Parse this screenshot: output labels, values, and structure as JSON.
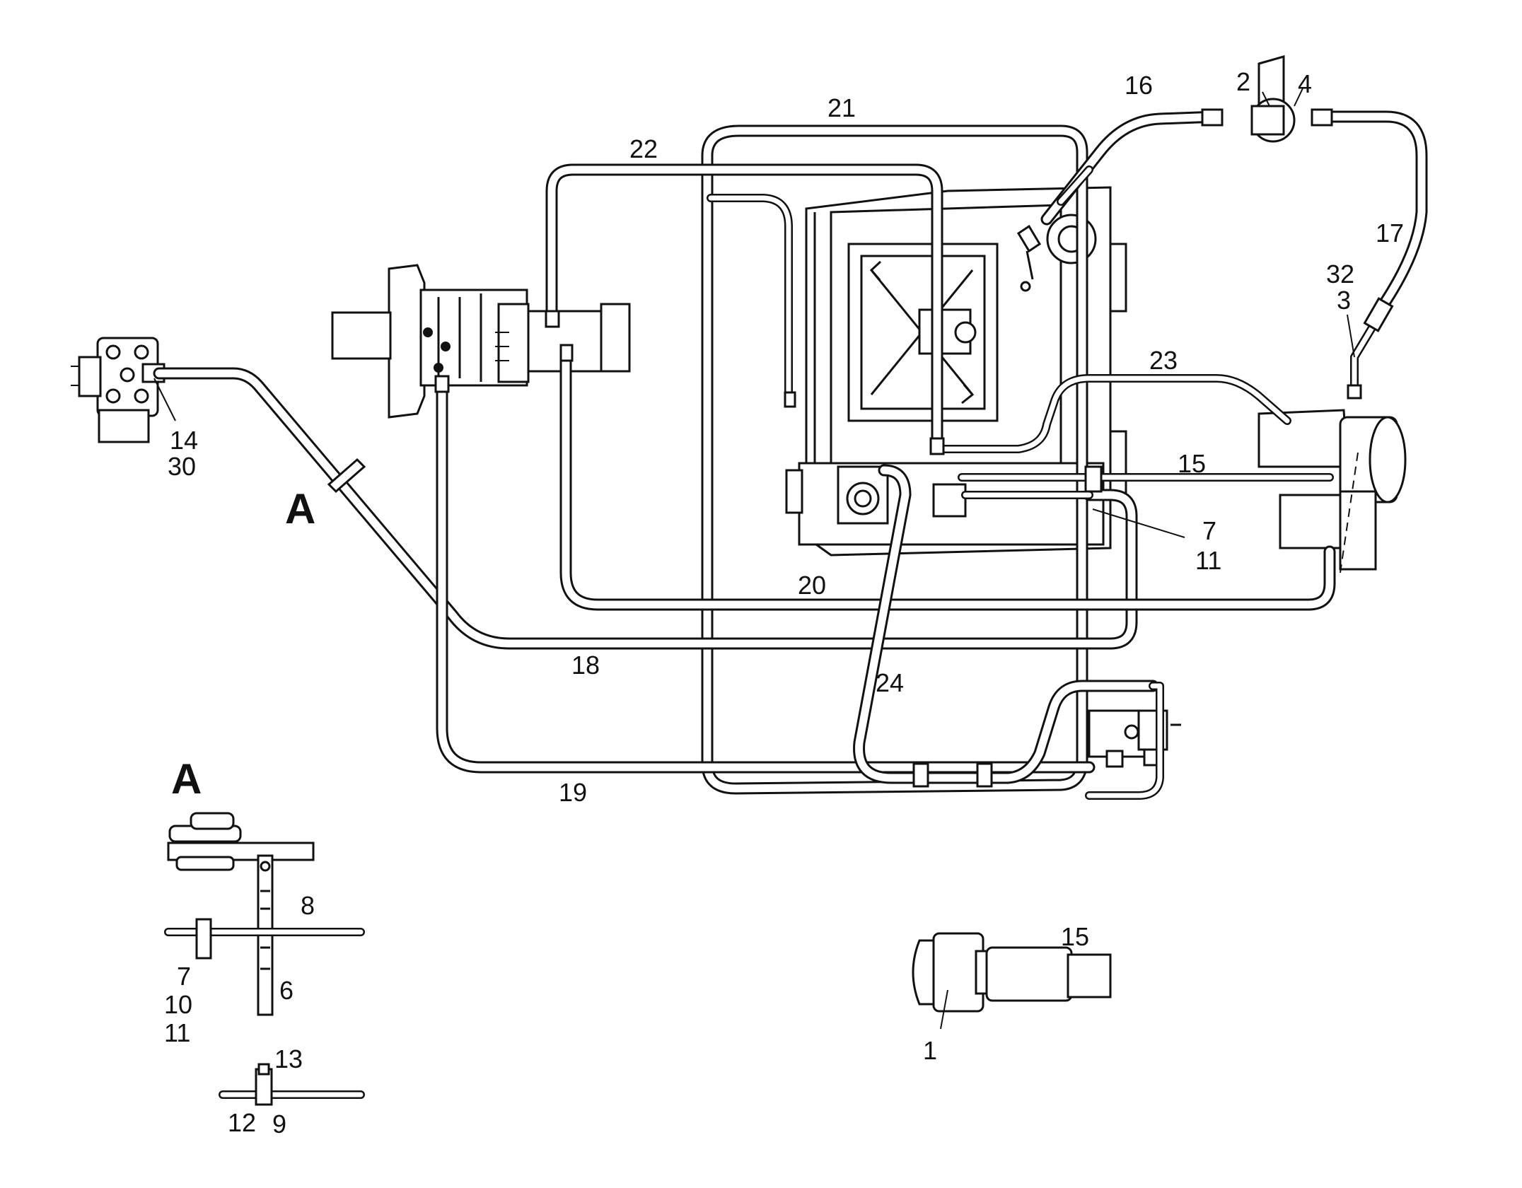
{
  "labels": {
    "n1": "1",
    "n2": "2",
    "n3": "3",
    "n4": "4",
    "n6": "6",
    "n7a": "7",
    "n7b": "7",
    "n8": "8",
    "n9": "9",
    "n10": "10",
    "n11a": "11",
    "n11b": "11",
    "n12": "12",
    "n13": "13",
    "n14": "14",
    "n15a": "15",
    "n15b": "15",
    "n16": "16",
    "n17": "17",
    "n18": "18",
    "n19": "19",
    "n20": "20",
    "n21": "21",
    "n22": "22",
    "n23": "23",
    "n24": "24",
    "n30": "30",
    "n32": "32"
  },
  "detail_markers": {
    "main": "A",
    "detail": "A"
  }
}
